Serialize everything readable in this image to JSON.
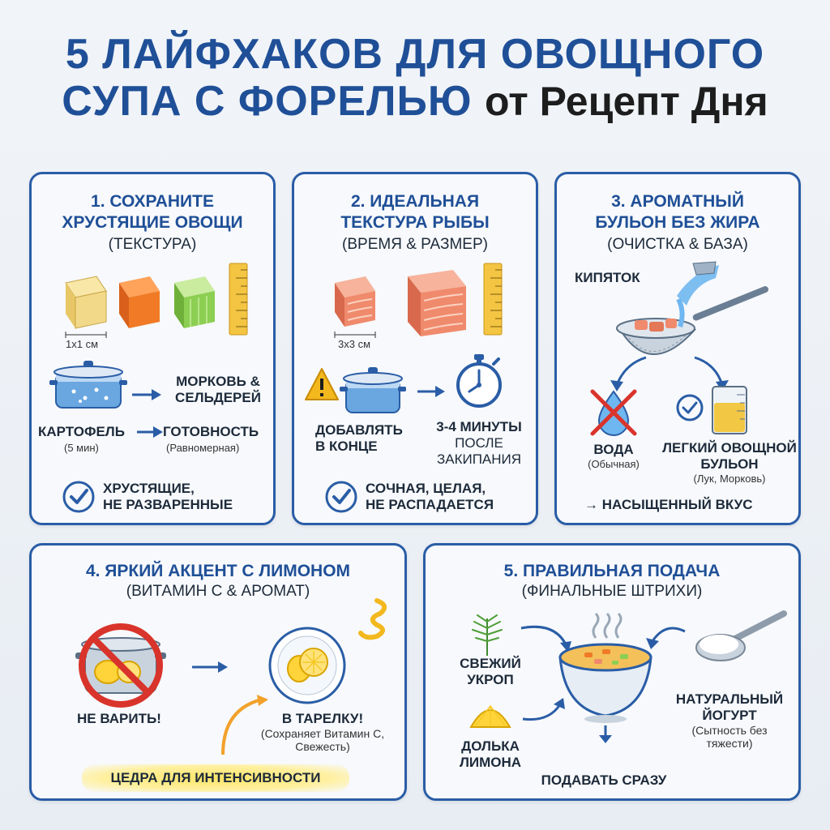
{
  "title": {
    "line1": "5 ЛАЙФХАКОВ ДЛЯ ОВОЩНОГО",
    "line2": "СУПА С ФОРЕЛЬЮ",
    "brand": "от Рецепт Дня"
  },
  "card1": {
    "title1": "1. СОХРАНИТЕ",
    "title2": "ХРУСТЯЩИЕ ОВОЩИ",
    "sub": "(ТЕКСТУРА)",
    "size": "1x1 см",
    "flow_top": "МОРКОВЬ &",
    "flow_top2": "СЕЛЬДЕРЕЙ",
    "potato": "КАРТОФЕЛЬ",
    "potato_time": "(5 мин)",
    "done": "ГОТОВНОСТЬ",
    "done_note": "(Равномерная)",
    "result1": "ХРУСТЯЩИЕ,",
    "result2": "НЕ РАЗВАРЕННЫЕ"
  },
  "card2": {
    "title1": "2. ИДЕАЛЬНАЯ",
    "title2": "ТЕКСТУРА РЫБЫ",
    "sub": "(ВРЕМЯ & РАЗМЕР)",
    "size": "3x3 см",
    "add1": "ДОБАВЛЯТЬ",
    "add2": "В КОНЦЕ",
    "time1": "3-4 МИНУТЫ",
    "time2": "ПОСЛЕ",
    "time3": "ЗАКИПАНИЯ",
    "result1": "СОЧНАЯ, ЦЕЛАЯ,",
    "result2": "НЕ РАСПАДАЕТСЯ"
  },
  "card3": {
    "title1": "3. АРОМАТНЫЙ",
    "title2": "БУЛЬОН БЕЗ ЖИРА",
    "sub": "(ОЧИСТКА & БАЗА)",
    "boil": "КИПЯТОК",
    "water": "ВОДА",
    "water_note": "(Обычная)",
    "broth1": "ЛЕГКИЙ ОВОЩНОЙ",
    "broth2": "БУЛЬОН",
    "broth_note": "(Лук, Морковь)",
    "result": "→ НАСЫЩЕННЫЙ ВКУС"
  },
  "card4": {
    "title": "4. ЯРКИЙ АКЦЕНТ С ЛИМОНОМ",
    "sub": "(ВИТАМИН С & АРОМАТ)",
    "no_boil": "НЕ ВАРИТЬ!",
    "plate": "В ТАРЕЛКУ!",
    "plate_note1": "(Сохраняет Витамин С,",
    "plate_note2": "Свежесть)",
    "zest": "ЦЕДРА ДЛЯ ИНТЕНСИВНОСТИ"
  },
  "card5": {
    "title": "5. ПРАВИЛЬНАЯ ПОДАЧА",
    "sub": "(ФИНАЛЬНЫЕ ШТРИХИ)",
    "dill1": "СВЕЖИЙ",
    "dill2": "УКРОП",
    "lemon1": "ДОЛЬКА",
    "lemon2": "ЛИМОНА",
    "yogurt1": "НАТУРАЛЬНЫЙ",
    "yogurt2": "ЙОГУРТ",
    "yogurt_note1": "(Сытность без",
    "yogurt_note2": "тяжести)",
    "serve": "ПОДАВАТЬ СРАЗУ"
  },
  "colors": {
    "brand_blue": "#1f4f97",
    "card_border": "#2a5da6",
    "carrot": "#f07a26",
    "celery": "#8ccf52",
    "potato": "#f2d98a",
    "trout": "#f08a6c",
    "lemon": "#ffd43a",
    "stop_red": "#d9342b"
  },
  "icons": [
    "potato-cube-icon",
    "carrot-cube-icon",
    "celery-cube-icon",
    "ruler-icon",
    "pot-icon",
    "warning-icon",
    "stopwatch-icon",
    "check-icon",
    "strainer-icon",
    "cross-water-icon",
    "beaker-icon",
    "no-boil-icon",
    "lemon-plate-icon",
    "lemon-zest-icon",
    "dill-icon",
    "lemon-wedge-icon",
    "spoon-yogurt-icon",
    "soup-bowl-icon"
  ]
}
